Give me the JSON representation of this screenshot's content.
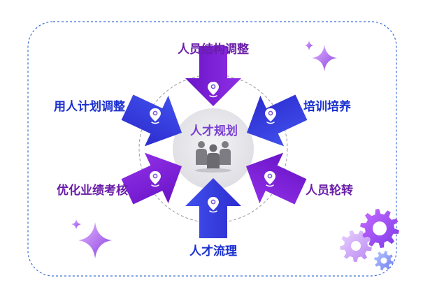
{
  "center": {
    "title": "人才规划"
  },
  "labels": {
    "top": "人员结构调整",
    "upper_left": "用人计划调整",
    "upper_right": "培训培养",
    "lower_left": "优化业绩考核",
    "lower_right": "人员轮转",
    "bottom": "人才流理"
  },
  "colors": {
    "purple": "#7b1fd6",
    "blue": "#3636dc",
    "purple_text": "#6a1ea8",
    "blue_text": "#1a2fd0",
    "frame": "#3a6fd8"
  },
  "icons": [
    "location-pin-icon",
    "people-group-icon",
    "sparkle-icon",
    "gear-icon"
  ]
}
